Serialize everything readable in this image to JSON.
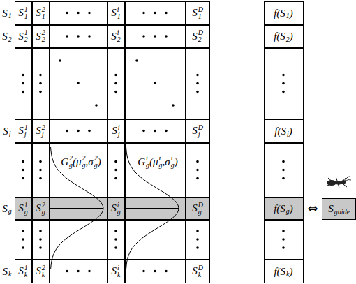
{
  "diagram": {
    "nodes": [
      {
        "text": [
          "S",
          "guide"
        ]
      }
    ],
    "labels": [
      "S",
      "1",
      "S",
      "1",
      "1",
      "S",
      "2",
      "1",
      "S",
      "i",
      "1",
      "S",
      "D",
      "1",
      "f(S",
      "1",
      ")",
      "S",
      "2",
      "S",
      "1",
      "2",
      "S",
      "2",
      "2",
      "S",
      "i",
      "2",
      "S",
      "D",
      "2",
      "f(S",
      "2",
      ")",
      "S",
      "j",
      "S",
      "1",
      "j",
      "S",
      "2",
      "j",
      "S",
      "i",
      "j",
      "S",
      "D",
      "j",
      "f(S",
      "j",
      ")",
      "G",
      "2",
      "g",
      "(μ",
      "2",
      "g",
      ",σ",
      "2",
      "g",
      ")",
      "G",
      "i",
      "g",
      "(μ",
      "i",
      "g",
      ",σ",
      "i",
      "g",
      ")",
      "S",
      "g",
      "S",
      "1",
      "g",
      "S",
      "2",
      "g",
      "S",
      "i",
      "g",
      "S",
      "D",
      "g",
      "f(S",
      "g",
      ")",
      "⇔",
      "S",
      "k",
      "S",
      "1",
      "k",
      "S",
      "2",
      "k",
      "S",
      "i",
      "k",
      "S",
      "D",
      "k",
      "f(S",
      "k",
      ")"
    ]
  }
}
